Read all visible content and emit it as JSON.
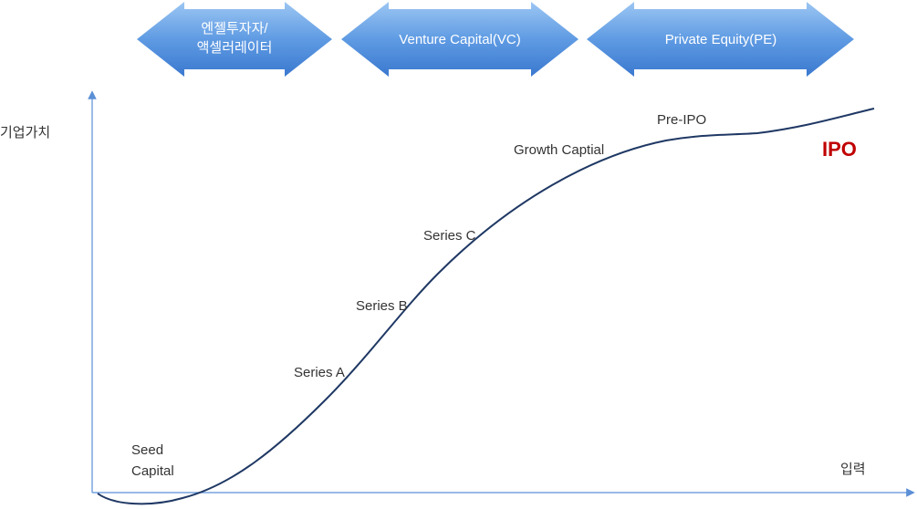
{
  "phases": [
    {
      "line1": "엔젤투자자/",
      "line2": "액셀러레이터"
    },
    {
      "line1": "Venture Capital(VC)",
      "line2": ""
    },
    {
      "line1": "Private Equity(PE)",
      "line2": ""
    }
  ],
  "axes": {
    "y_label": "기업가치",
    "x_label": "입력"
  },
  "stages": {
    "seed_line1": "Seed",
    "seed_line2": "Capital",
    "series_a": "Series A",
    "series_b": "Series B",
    "series_c": "Series C",
    "growth": "Growth Captial",
    "pre_ipo": "Pre-IPO",
    "ipo": "IPO"
  },
  "colors": {
    "arrow_top": "#8fbdf0",
    "arrow_bottom": "#3d7fd4",
    "axis": "#5b8fd6",
    "curve": "#1f3864",
    "ipo": "#c00000"
  }
}
